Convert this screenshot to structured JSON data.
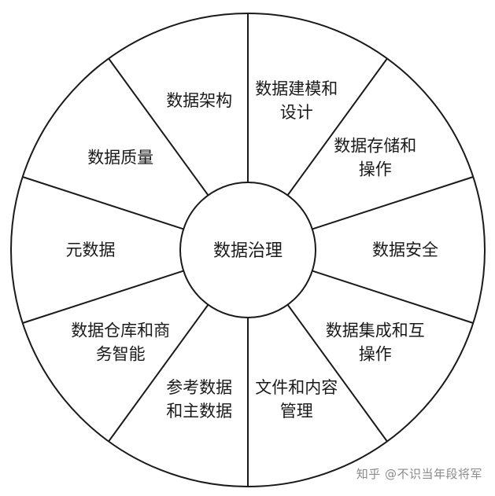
{
  "diagram": {
    "center": "数据治理",
    "segments": [
      {
        "lines": [
          "数据建模和",
          "设计"
        ]
      },
      {
        "lines": [
          "数据存储和",
          "操作"
        ]
      },
      {
        "lines": [
          "数据安全"
        ]
      },
      {
        "lines": [
          "数据集成和互",
          "操作"
        ]
      },
      {
        "lines": [
          "文件和内容",
          "管理"
        ]
      },
      {
        "lines": [
          "参考数据",
          "和主数据"
        ]
      },
      {
        "lines": [
          "数据仓库和商",
          "务智能"
        ]
      },
      {
        "lines": [
          "元数据"
        ]
      },
      {
        "lines": [
          "数据质量"
        ]
      },
      {
        "lines": [
          "数据架构"
        ]
      }
    ]
  },
  "watermark": "知乎 @不识当年段将军",
  "colors": {
    "stroke": "#1a1a1a",
    "background": "#ffffff",
    "watermark": "#8a8a8a"
  }
}
